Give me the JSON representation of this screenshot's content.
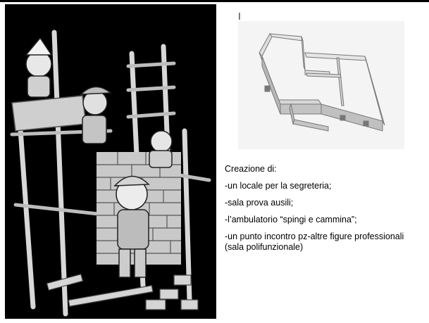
{
  "slide": {
    "heading": "Creazione di:",
    "bullets": [
      "-un locale per la segreteria;",
      "-sala prova ausili;",
      "-l’ambulatorio “spingi e cammina”;",
      "-un punto incontro pz-altre figure professionali (sala polifunzionale)"
    ]
  },
  "colors": {
    "illustration_bg": "#000000",
    "render_bg": "#f4f4f4",
    "wall_top": "#e4e4e4",
    "wall_face": "#c4c4c4",
    "wall_shadow": "#9a9a9a"
  },
  "images": {
    "illustration": "cartoon-builders-on-scaffolding",
    "render": "3d-floor-plan-rooms"
  }
}
